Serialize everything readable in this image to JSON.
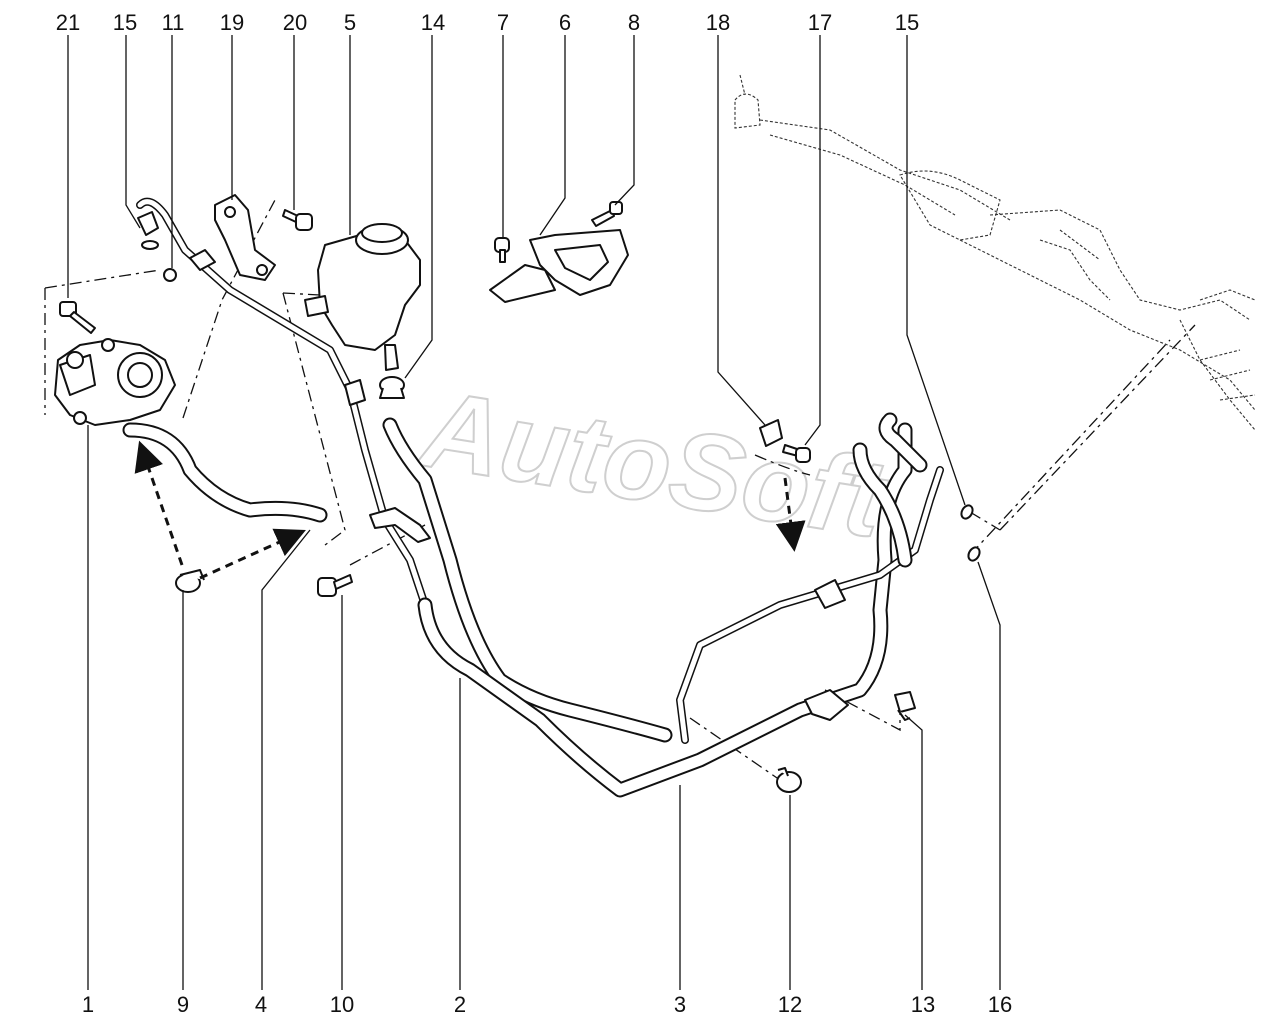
{
  "watermark": "AutoSoft",
  "callouts_top": [
    "21",
    "15",
    "11",
    "19",
    "20",
    "5",
    "14",
    "7",
    "6",
    "8",
    "18",
    "17",
    "15"
  ],
  "callouts_bottom": [
    "1",
    "9",
    "4",
    "10",
    "2",
    "3",
    "12",
    "13",
    "16"
  ],
  "colors": {
    "line": "#111111",
    "watermark": "#cfcfcf",
    "background": "#ffffff"
  }
}
